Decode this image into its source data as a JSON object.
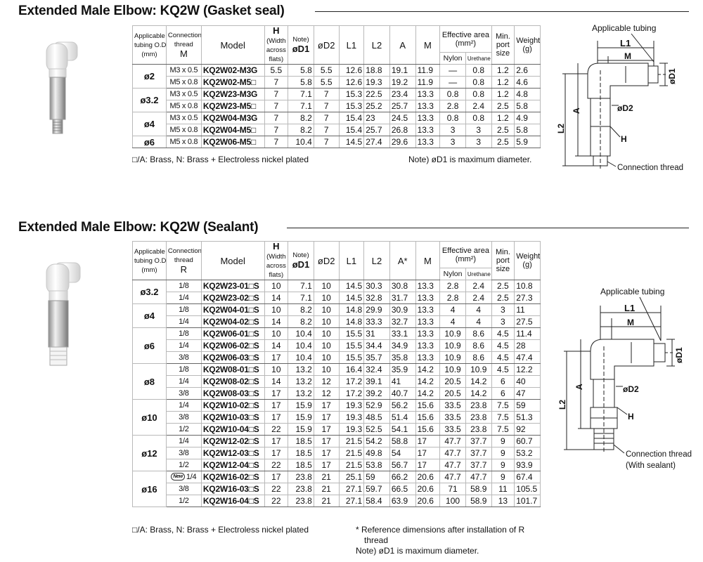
{
  "section1": {
    "title": "Extended Male Elbow: KQ2W (Gasket seal)",
    "headers": {
      "tubing_od": [
        "Applicable",
        "tubing O.D.",
        "(mm)"
      ],
      "thread": [
        "Connection",
        "thread",
        "M"
      ],
      "model": "Model",
      "h": [
        "H",
        "(Width",
        "across",
        "flats)"
      ],
      "d1": [
        "Note)",
        "øD1"
      ],
      "d2": "øD2",
      "l1": "L1",
      "l2": "L2",
      "a": "A",
      "m": "M",
      "eff": [
        "Effective area",
        "(mm²)"
      ],
      "nylon": "Nylon",
      "urethane": "Urethane",
      "port": [
        "Min.",
        "port",
        "size"
      ],
      "weight": [
        "Weight",
        "(g)"
      ]
    },
    "groups": [
      {
        "od": "ø2",
        "rows": [
          {
            "thread": "M3 x 0.5",
            "model": "KQ2W02-M3G",
            "h": "5.5",
            "d1": "5.8",
            "d2": "5.5",
            "l1": "12.6",
            "l2": "18.8",
            "a": "19.1",
            "m": "11.9",
            "nylon": "—",
            "urethane": "0.8",
            "port": "1.2",
            "weight": "2.6"
          },
          {
            "thread": "M5 x 0.8",
            "model": "KQ2W02-M5□",
            "h": "7",
            "d1": "5.8",
            "d2": "5.5",
            "l1": "12.6",
            "l2": "19.3",
            "a": "19.2",
            "m": "11.9",
            "nylon": "—",
            "urethane": "0.8",
            "port": "1.2",
            "weight": "4.6"
          }
        ]
      },
      {
        "od": "ø3.2",
        "rows": [
          {
            "thread": "M3 x 0.5",
            "model": "KQ2W23-M3G",
            "h": "7",
            "d1": "7.1",
            "d2": "7",
            "l1": "15.3",
            "l2": "22.5",
            "a": "23.4",
            "m": "13.3",
            "nylon": "0.8",
            "urethane": "0.8",
            "port": "1.2",
            "weight": "4.8"
          },
          {
            "thread": "M5 x 0.8",
            "model": "KQ2W23-M5□",
            "h": "7",
            "d1": "7.1",
            "d2": "7",
            "l1": "15.3",
            "l2": "25.2",
            "a": "25.7",
            "m": "13.3",
            "nylon": "2.8",
            "urethane": "2.4",
            "port": "2.5",
            "weight": "5.8"
          }
        ]
      },
      {
        "od": "ø4",
        "rows": [
          {
            "thread": "M3 x 0.5",
            "model": "KQ2W04-M3G",
            "h": "7",
            "d1": "8.2",
            "d2": "7",
            "l1": "15.4",
            "l2": "23",
            "a": "24.5",
            "m": "13.3",
            "nylon": "0.8",
            "urethane": "0.8",
            "port": "1.2",
            "weight": "4.9"
          },
          {
            "thread": "M5 x 0.8",
            "model": "KQ2W04-M5□",
            "h": "7",
            "d1": "8.2",
            "d2": "7",
            "l1": "15.4",
            "l2": "25.7",
            "a": "26.8",
            "m": "13.3",
            "nylon": "3",
            "urethane": "3",
            "port": "2.5",
            "weight": "5.8"
          }
        ]
      },
      {
        "od": "ø6",
        "rows": [
          {
            "thread": "M5 x 0.8",
            "model": "KQ2W06-M5□",
            "h": "7",
            "d1": "10.4",
            "d2": "7",
            "l1": "14.5",
            "l2": "27.4",
            "a": "29.6",
            "m": "13.3",
            "nylon": "3",
            "urethane": "3",
            "port": "2.5",
            "weight": "5.9"
          }
        ]
      }
    ],
    "footnote_left": "□/A: Brass, N: Brass + Electroless nickel plated",
    "footnote_right": "Note) øD1 is maximum diameter.",
    "diagram": {
      "tubing": "Applicable tubing",
      "l1": "L1",
      "m": "M",
      "d1": "øD1",
      "d2": "øD2",
      "l2": "L2",
      "a": "A",
      "h": "H",
      "thread": "Connection thread"
    }
  },
  "section2": {
    "title": "Extended Male Elbow: KQ2W (Sealant)",
    "headers": {
      "tubing_od": [
        "Applicable",
        "tubing O.D.",
        "(mm)"
      ],
      "thread": [
        "Connection",
        "thread",
        "R"
      ],
      "model": "Model",
      "h": [
        "H",
        "(Width",
        "across",
        "flats)"
      ],
      "d1": [
        "Note)",
        "øD1"
      ],
      "d2": "øD2",
      "l1": "L1",
      "l2": "L2",
      "a": "A*",
      "m": "M",
      "eff": [
        "Effective area",
        "(mm²)"
      ],
      "nylon": "Nylon",
      "urethane": "Urethane",
      "port": [
        "Min.",
        "port",
        "size"
      ],
      "weight": [
        "Weight",
        "(g)"
      ]
    },
    "groups": [
      {
        "od": "ø3.2",
        "rows": [
          {
            "thread": "1/8",
            "model": "KQ2W23-01□S",
            "h": "10",
            "d1": "7.1",
            "d2": "10",
            "l1": "14.5",
            "l2": "30.3",
            "a": "30.8",
            "m": "13.3",
            "nylon": "2.8",
            "urethane": "2.4",
            "port": "2.5",
            "weight": "10.8"
          },
          {
            "thread": "1/4",
            "model": "KQ2W23-02□S",
            "h": "14",
            "d1": "7.1",
            "d2": "10",
            "l1": "14.5",
            "l2": "32.8",
            "a": "31.7",
            "m": "13.3",
            "nylon": "2.8",
            "urethane": "2.4",
            "port": "2.5",
            "weight": "27.3"
          }
        ]
      },
      {
        "od": "ø4",
        "rows": [
          {
            "thread": "1/8",
            "model": "KQ2W04-01□S",
            "h": "10",
            "d1": "8.2",
            "d2": "10",
            "l1": "14.8",
            "l2": "29.9",
            "a": "30.9",
            "m": "13.3",
            "nylon": "4",
            "urethane": "4",
            "port": "3",
            "weight": "11"
          },
          {
            "thread": "1/4",
            "model": "KQ2W04-02□S",
            "h": "14",
            "d1": "8.2",
            "d2": "10",
            "l1": "14.8",
            "l2": "33.3",
            "a": "32.7",
            "m": "13.3",
            "nylon": "4",
            "urethane": "4",
            "port": "3",
            "weight": "27.5"
          }
        ]
      },
      {
        "od": "ø6",
        "rows": [
          {
            "thread": "1/8",
            "model": "KQ2W06-01□S",
            "h": "10",
            "d1": "10.4",
            "d2": "10",
            "l1": "15.5",
            "l2": "31",
            "a": "33.1",
            "m": "13.3",
            "nylon": "10.9",
            "urethane": "8.6",
            "port": "4.5",
            "weight": "11.4"
          },
          {
            "thread": "1/4",
            "model": "KQ2W06-02□S",
            "h": "14",
            "d1": "10.4",
            "d2": "10",
            "l1": "15.5",
            "l2": "34.4",
            "a": "34.9",
            "m": "13.3",
            "nylon": "10.9",
            "urethane": "8.6",
            "port": "4.5",
            "weight": "28"
          },
          {
            "thread": "3/8",
            "model": "KQ2W06-03□S",
            "h": "17",
            "d1": "10.4",
            "d2": "10",
            "l1": "15.5",
            "l2": "35.7",
            "a": "35.8",
            "m": "13.3",
            "nylon": "10.9",
            "urethane": "8.6",
            "port": "4.5",
            "weight": "47.4"
          }
        ]
      },
      {
        "od": "ø8",
        "rows": [
          {
            "thread": "1/8",
            "model": "KQ2W08-01□S",
            "h": "10",
            "d1": "13.2",
            "d2": "10",
            "l1": "16.4",
            "l2": "32.4",
            "a": "35.9",
            "m": "14.2",
            "nylon": "10.9",
            "urethane": "10.9",
            "port": "4.5",
            "weight": "12.2"
          },
          {
            "thread": "1/4",
            "model": "KQ2W08-02□S",
            "h": "14",
            "d1": "13.2",
            "d2": "12",
            "l1": "17.2",
            "l2": "39.1",
            "a": "41",
            "m": "14.2",
            "nylon": "20.5",
            "urethane": "14.2",
            "port": "6",
            "weight": "40"
          },
          {
            "thread": "3/8",
            "model": "KQ2W08-03□S",
            "h": "17",
            "d1": "13.2",
            "d2": "12",
            "l1": "17.2",
            "l2": "39.2",
            "a": "40.7",
            "m": "14.2",
            "nylon": "20.5",
            "urethane": "14.2",
            "port": "6",
            "weight": "47"
          }
        ]
      },
      {
        "od": "ø10",
        "rows": [
          {
            "thread": "1/4",
            "model": "KQ2W10-02□S",
            "h": "17",
            "d1": "15.9",
            "d2": "17",
            "l1": "19.3",
            "l2": "52.9",
            "a": "56.2",
            "m": "15.6",
            "nylon": "33.5",
            "urethane": "23.8",
            "port": "7.5",
            "weight": "59"
          },
          {
            "thread": "3/8",
            "model": "KQ2W10-03□S",
            "h": "17",
            "d1": "15.9",
            "d2": "17",
            "l1": "19.3",
            "l2": "48.5",
            "a": "51.4",
            "m": "15.6",
            "nylon": "33.5",
            "urethane": "23.8",
            "port": "7.5",
            "weight": "51.3"
          },
          {
            "thread": "1/2",
            "model": "KQ2W10-04□S",
            "h": "22",
            "d1": "15.9",
            "d2": "17",
            "l1": "19.3",
            "l2": "52.5",
            "a": "54.1",
            "m": "15.6",
            "nylon": "33.5",
            "urethane": "23.8",
            "port": "7.5",
            "weight": "92"
          }
        ]
      },
      {
        "od": "ø12",
        "rows": [
          {
            "thread": "1/4",
            "model": "KQ2W12-02□S",
            "h": "17",
            "d1": "18.5",
            "d2": "17",
            "l1": "21.5",
            "l2": "54.2",
            "a": "58.8",
            "m": "17",
            "nylon": "47.7",
            "urethane": "37.7",
            "port": "9",
            "weight": "60.7"
          },
          {
            "thread": "3/8",
            "model": "KQ2W12-03□S",
            "h": "17",
            "d1": "18.5",
            "d2": "17",
            "l1": "21.5",
            "l2": "49.8",
            "a": "54",
            "m": "17",
            "nylon": "47.7",
            "urethane": "37.7",
            "port": "9",
            "weight": "53.2"
          },
          {
            "thread": "1/2",
            "model": "KQ2W12-04□S",
            "h": "22",
            "d1": "18.5",
            "d2": "17",
            "l1": "21.5",
            "l2": "53.8",
            "a": "56.7",
            "m": "17",
            "nylon": "47.7",
            "urethane": "37.7",
            "port": "9",
            "weight": "93.9"
          }
        ]
      },
      {
        "od": "ø16",
        "rows": [
          {
            "thread": "1/4",
            "badge": "New",
            "model": "KQ2W16-02□S",
            "h": "17",
            "d1": "23.8",
            "d2": "21",
            "l1": "25.1",
            "l2": "59",
            "a": "66.2",
            "m": "20.6",
            "nylon": "47.7",
            "urethane": "47.7",
            "port": "9",
            "weight": "67.4"
          },
          {
            "thread": "3/8",
            "model": "KQ2W16-03□S",
            "h": "22",
            "d1": "23.8",
            "d2": "21",
            "l1": "27.1",
            "l2": "59.7",
            "a": "66.5",
            "m": "20.6",
            "nylon": "71",
            "urethane": "58.9",
            "port": "11",
            "weight": "105.5"
          },
          {
            "thread": "1/2",
            "model": "KQ2W16-04□S",
            "h": "22",
            "d1": "23.8",
            "d2": "21",
            "l1": "27.1",
            "l2": "58.4",
            "a": "63.9",
            "m": "20.6",
            "nylon": "100",
            "urethane": "58.9",
            "port": "13",
            "weight": "101.7"
          }
        ]
      }
    ],
    "footnote_left": "□/A: Brass, N: Brass + Electroless nickel plated",
    "footnote_star": "* Reference dimensions after installation of R",
    "footnote_star2": "thread",
    "footnote_note": "Note) øD1 is maximum diameter.",
    "diagram": {
      "tubing": "Applicable tubing",
      "l1": "L1",
      "m": "M",
      "d1": "øD1",
      "d2": "øD2",
      "l2": "L2",
      "a": "A",
      "h": "H",
      "thread": "Connection thread",
      "thread2": "(With sealant)"
    }
  }
}
